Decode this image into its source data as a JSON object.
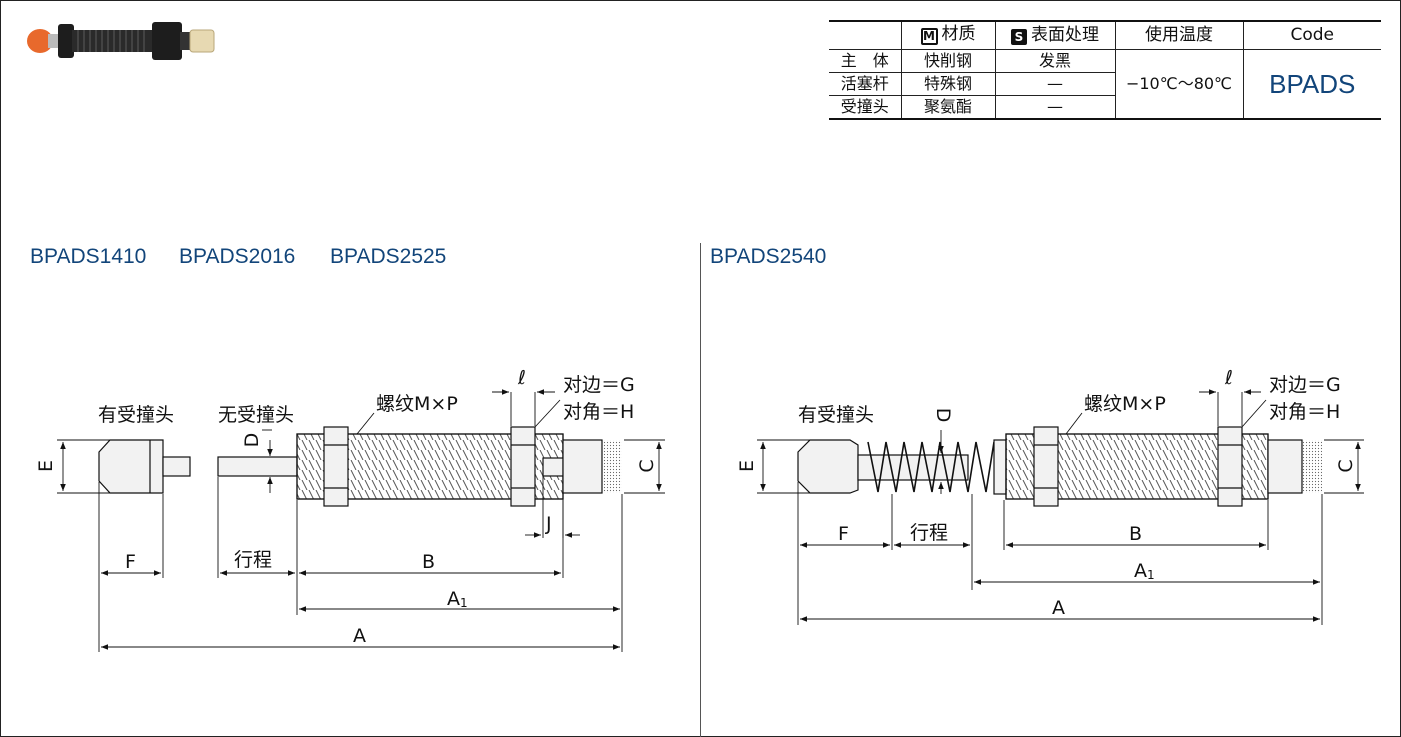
{
  "spec_table": {
    "headers": {
      "material": "材质",
      "surface": "表面处理",
      "temperature": "使用温度",
      "code": "Code"
    },
    "header_marks": {
      "material": "M",
      "surface": "S"
    },
    "rows": [
      {
        "part": "主　体",
        "material": "快削钢",
        "surface": "发黑"
      },
      {
        "part": "活塞杆",
        "material": "特殊钢",
        "surface": "—"
      },
      {
        "part": "受撞头",
        "material": "聚氨酯",
        "surface": "—"
      }
    ],
    "temperature": "−10℃～80℃",
    "code": "BPADS"
  },
  "left_section": {
    "titles": [
      "BPADS1410",
      "BPADS2016",
      "BPADS2525"
    ],
    "labels": {
      "with_head": "有受撞头",
      "without_head": "无受撞头",
      "thread": "螺纹M×P",
      "across_flats": "对边＝G",
      "across_corners": "对角＝H",
      "ell": "ℓ",
      "D": "D",
      "E": "E",
      "C": "C",
      "J": "J",
      "F": "F",
      "stroke": "行程",
      "B": "B",
      "A1": "A",
      "A1_sub": "1",
      "A": "A"
    }
  },
  "right_section": {
    "title": "BPADS2540",
    "labels": {
      "with_head": "有受撞头",
      "thread": "螺纹M×P",
      "across_flats": "对边＝G",
      "across_corners": "对角＝H",
      "ell": "ℓ",
      "D": "D",
      "E": "E",
      "C": "C",
      "F": "F",
      "stroke": "行程",
      "B": "B",
      "A1": "A",
      "A1_sub": "1",
      "A": "A"
    }
  },
  "colors": {
    "title_blue": "#12457a",
    "line": "#111111",
    "cushion": "#e8692c",
    "part_fill": "#f2f2f2"
  }
}
